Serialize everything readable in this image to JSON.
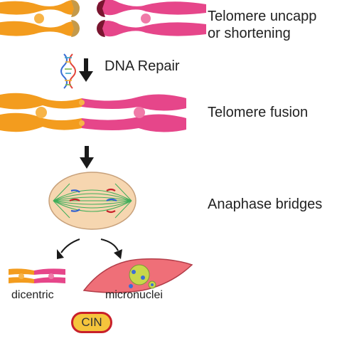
{
  "labels": {
    "step1_line1": "Telomere uncapp",
    "step1_line2": "or shortening",
    "dna_repair": "DNA Repair",
    "telomere_fusion": "Telomere fusion",
    "anaphase_bridges": "Anaphase bridges",
    "dicentric": "dicentric",
    "micronuclei": "micronuclei",
    "cin": "CIN"
  },
  "colors": {
    "orange_chromosome": "#f39c1e",
    "pink_chromosome": "#e6468a",
    "telomere_cap_tan": "#c49a4a",
    "telomere_cap_dark": "#7a1530",
    "arrow": "#1a1a1a",
    "cell_fill": "#f6d6b0",
    "spindle": "#3fae5a",
    "micronucleus_cell": "#ef6f78",
    "nucleus_yellow": "#c8d84a",
    "cin_fill": "#f5c53c",
    "cin_border": "#c8202a"
  },
  "icons": [
    "dna-helix-icon",
    "down-arrow-icon",
    "curved-arrow-icon"
  ]
}
